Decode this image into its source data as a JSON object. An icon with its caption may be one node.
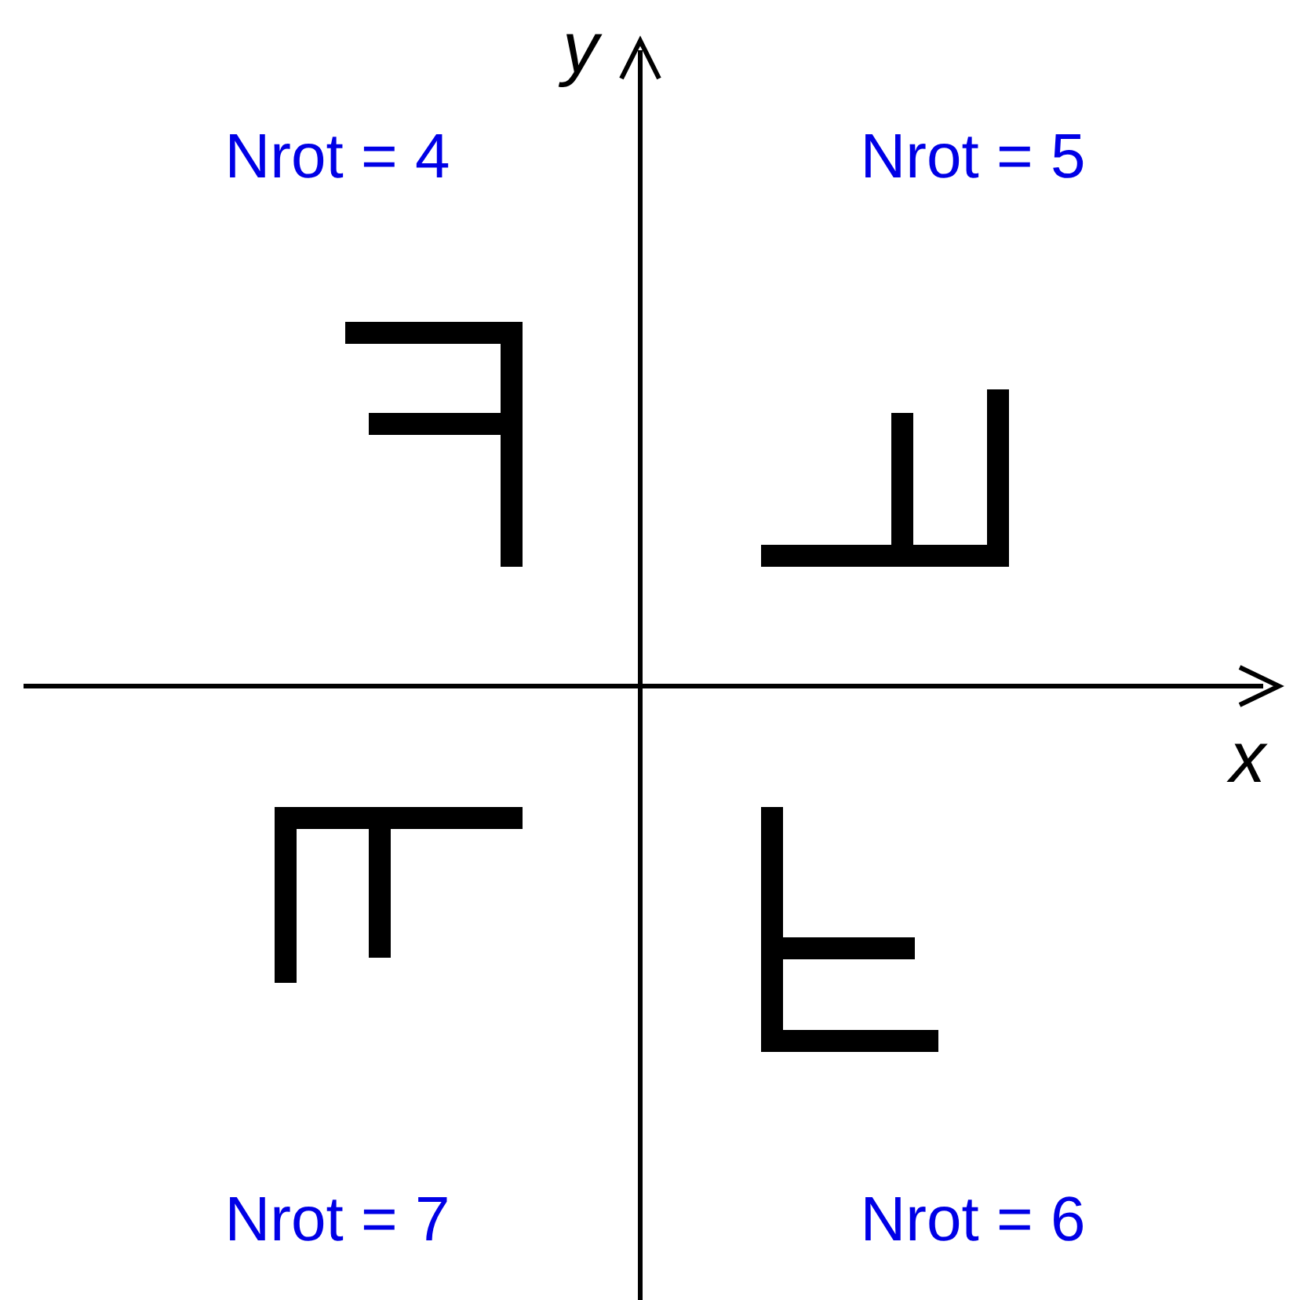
{
  "diagram": {
    "labels": [
      "y",
      "Nrot = 4",
      "Nrot = 5",
      "x",
      "Nrot = 7",
      "Nrot = 6"
    ]
  }
}
